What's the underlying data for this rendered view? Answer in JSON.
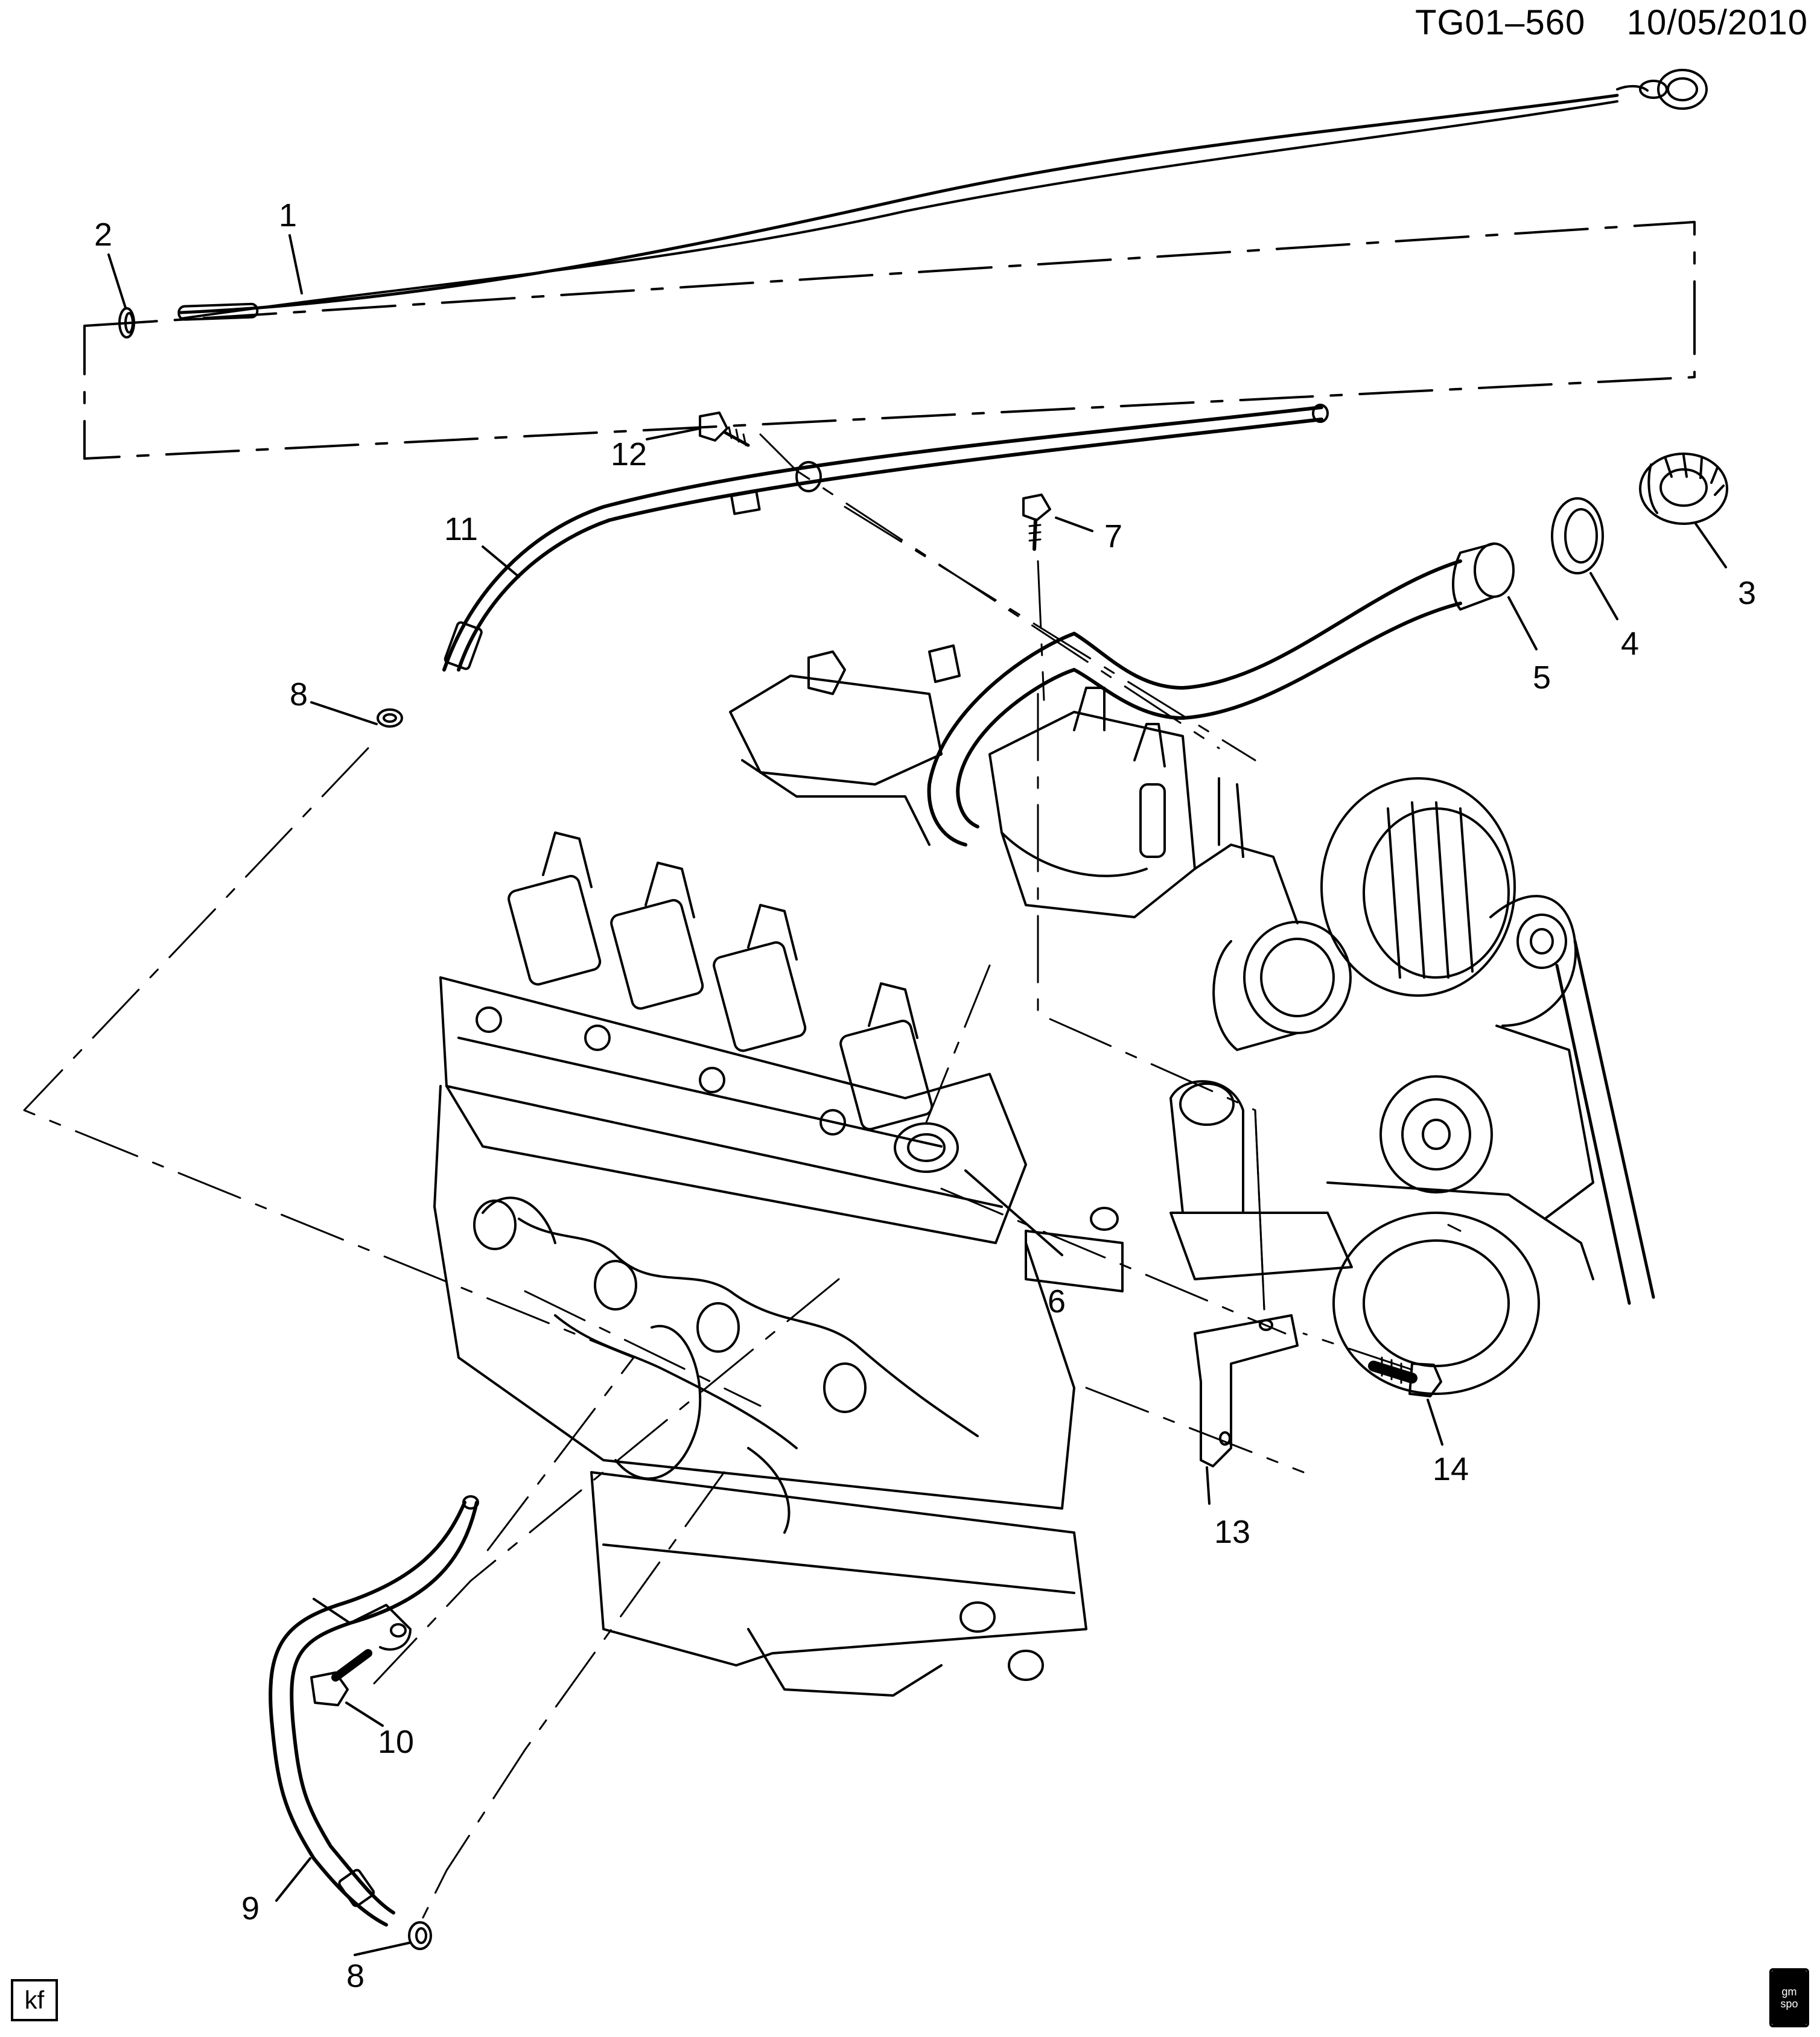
{
  "header": {
    "diagram_id": "TG01–560",
    "date": "10/05/2010"
  },
  "callouts": {
    "c1": "1",
    "c2": "2",
    "c3": "3",
    "c4": "4",
    "c5": "5",
    "c6": "6",
    "c7": "7",
    "c8_top": "8",
    "c8_bottom": "8",
    "c9": "9",
    "c10": "10",
    "c11": "11",
    "c12": "12",
    "c13": "13",
    "c14": "14"
  },
  "footer": {
    "artist_initials": "kf",
    "logo_line1": "gm",
    "logo_line2": "spo"
  },
  "colors": {
    "line": "#000000",
    "background": "#ffffff"
  }
}
